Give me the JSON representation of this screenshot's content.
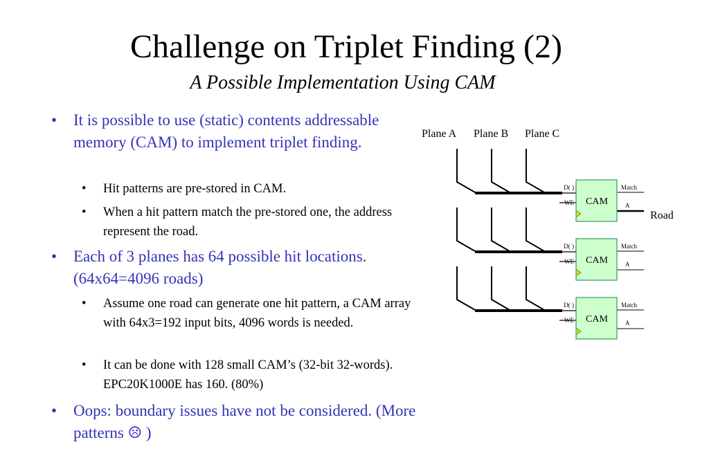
{
  "title": "Challenge on Triplet Finding (2)",
  "subtitle": "A Possible Implementation Using CAM",
  "bullets": [
    {
      "text": "It is possible to use (static) contents addressable memory (CAM) to implement triplet finding.",
      "sub": [
        "Hit patterns are pre-stored in CAM.",
        "When a hit pattern match the pre-stored one, the address represent the road."
      ]
    },
    {
      "text": "Each of 3 planes has 64 possible hit locations. (64x64=4096 roads)",
      "sub": [
        "Assume one road can generate one hit pattern, a CAM array with 64x3=192 input bits, 4096 words is needed.",
        "It can be done with 128 small CAM’s (32-bit 32-words).  EPC20K1000E has 160. (80%)"
      ]
    },
    {
      "text": "Oops: boundary issues have not be considered.  (More patterns ☹ )",
      "sub": []
    }
  ],
  "bullet_symbol": "•",
  "diagram": {
    "plane_labels": [
      "Plane A",
      "Plane B",
      "Plane C"
    ],
    "cam_label": "CAM",
    "port_d": "D( )",
    "port_we": "WE",
    "port_match": "Match",
    "port_a": "A",
    "road_label": "Road",
    "cam_fill": "#ccffcc",
    "cam_stroke": "#339966",
    "clock_color": "#e8d400"
  }
}
